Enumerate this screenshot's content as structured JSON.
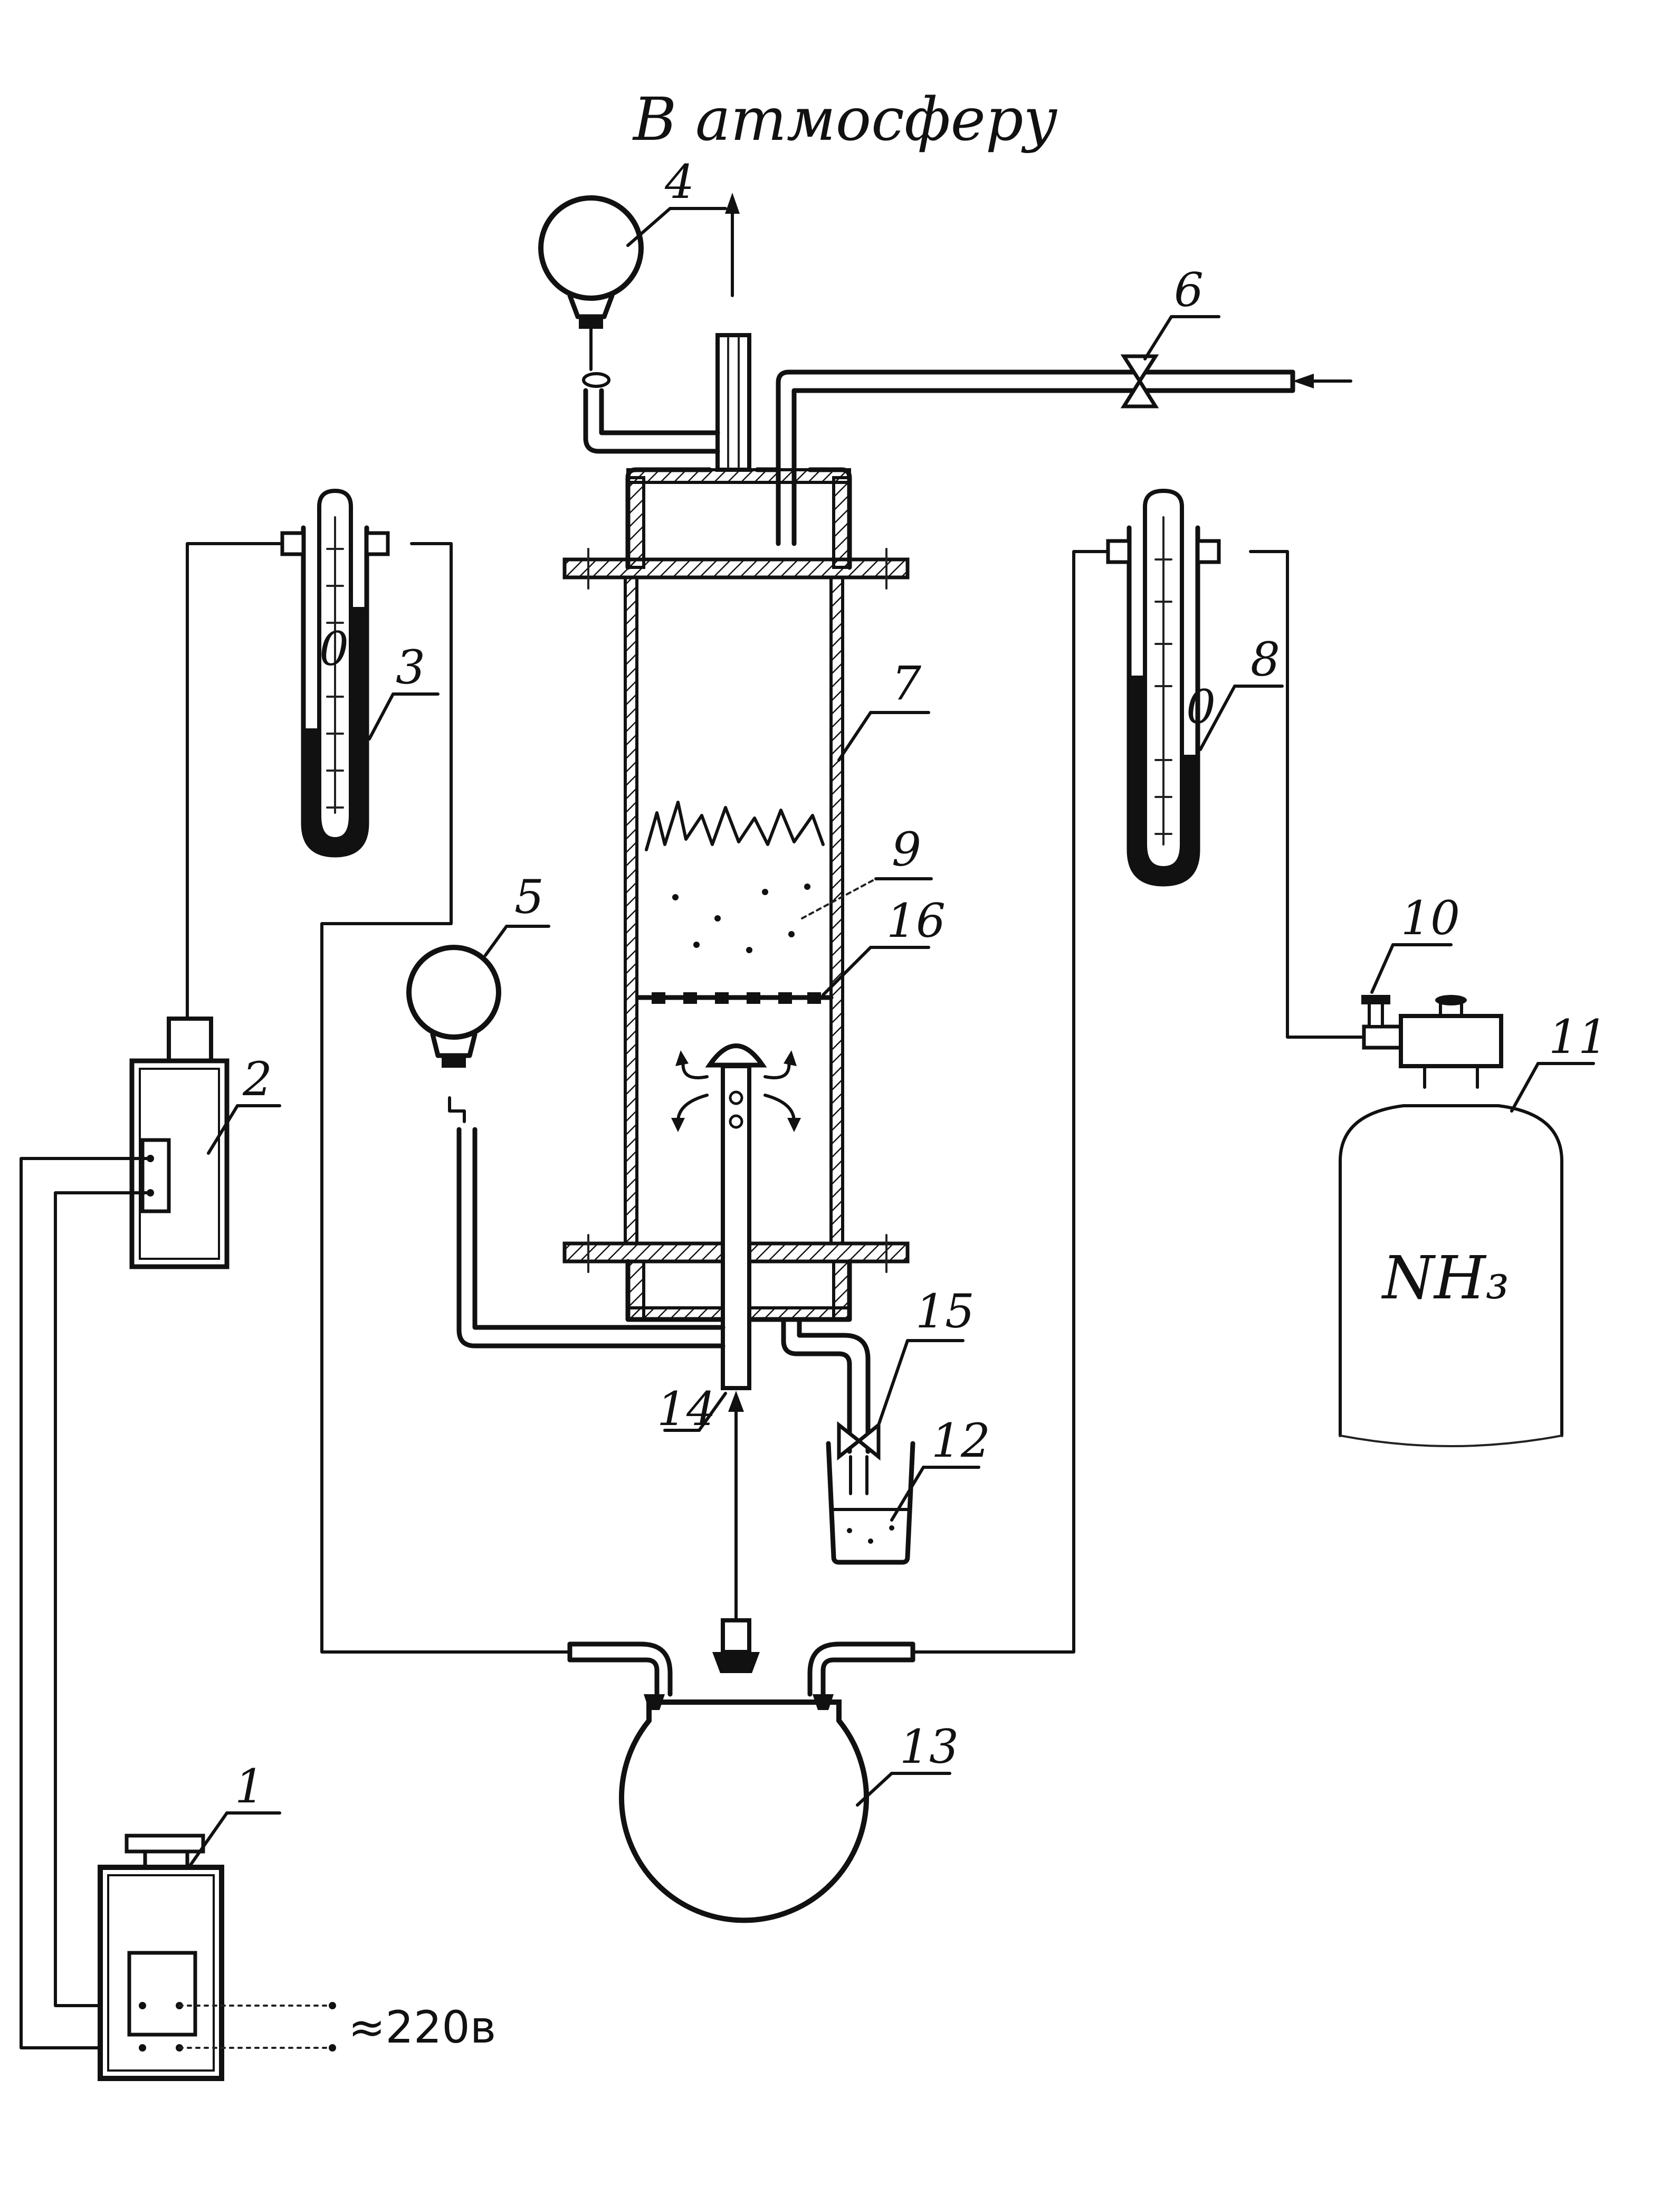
{
  "diagram": {
    "top_label": "В атмосферу",
    "gas_label": "NH₃",
    "voltage_label": "≈220в",
    "callouts": [
      {
        "id": "1",
        "text": "1"
      },
      {
        "id": "2",
        "text": "2"
      },
      {
        "id": "3",
        "text": "3"
      },
      {
        "id": "4",
        "text": "4"
      },
      {
        "id": "5",
        "text": "5"
      },
      {
        "id": "6",
        "text": "6"
      },
      {
        "id": "7",
        "text": "7"
      },
      {
        "id": "8",
        "text": "8"
      },
      {
        "id": "9",
        "text": "9"
      },
      {
        "id": "10",
        "text": "10"
      },
      {
        "id": "11",
        "text": "11"
      },
      {
        "id": "12",
        "text": "12"
      },
      {
        "id": "13",
        "text": "13"
      },
      {
        "id": "14",
        "text": "14"
      },
      {
        "id": "15",
        "text": "15"
      },
      {
        "id": "16",
        "text": "16"
      }
    ],
    "manometer_zero_mark": "0"
  }
}
